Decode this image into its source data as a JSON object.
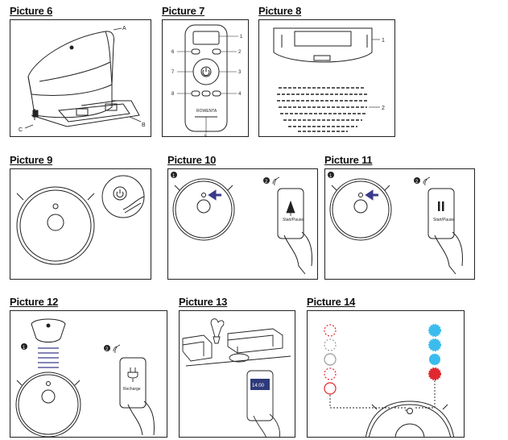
{
  "pictures": {
    "p6": {
      "title": "Picture 6",
      "label_a": "A",
      "label_b": "B",
      "label_c": "C"
    },
    "p7": {
      "title": "Picture 7",
      "num1": "1",
      "num2": "2",
      "num3": "3",
      "num4": "4",
      "num5": "5",
      "num6": "6",
      "num7": "7",
      "num8": "8",
      "brand": "ROWENTA"
    },
    "p8": {
      "title": "Picture 8",
      "num1": "1",
      "num2": "2"
    },
    "p9": {
      "title": "Picture 9"
    },
    "p10": {
      "title": "Picture 10",
      "step1": "1",
      "step2": "2",
      "phone_text": "Start/Pause"
    },
    "p11": {
      "title": "Picture 11",
      "step1": "1",
      "step2": "2",
      "phone_text": "Start/Pause"
    },
    "p12": {
      "title": "Picture 12",
      "step1": "1",
      "step2": "2",
      "phone_text": "Recharge"
    },
    "p13": {
      "title": "Picture 13",
      "phone_time": "14:00"
    },
    "p14": {
      "title": "Picture 14"
    }
  },
  "colors": {
    "ink": "#222222",
    "arrow_blue": "#3a3a8a",
    "red": "#e0282e",
    "light_blue": "#3bbcee",
    "screen_blue": "#2e3a7a"
  }
}
